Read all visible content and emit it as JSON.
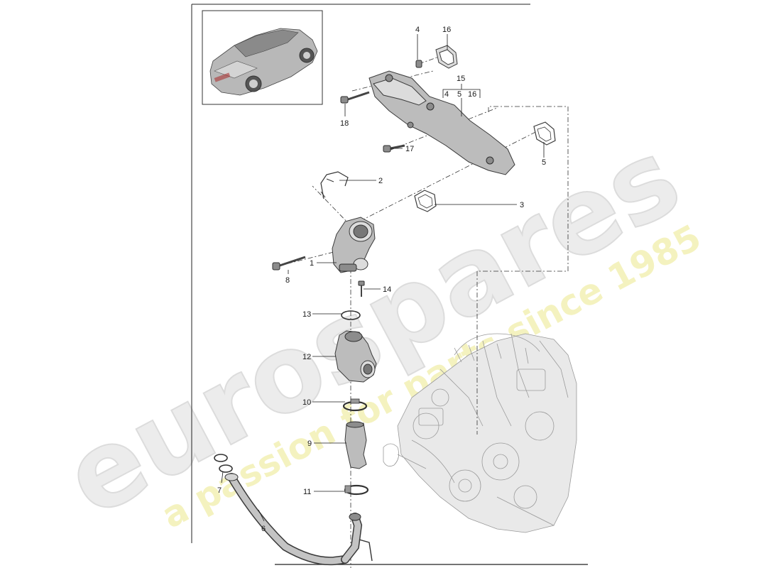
{
  "watermark": {
    "brand": "eurospares",
    "tagline": "a passion for parts since 1985",
    "brand_color": "#e6e6e6",
    "tagline_color": "#f2f0b0"
  },
  "callouts": [
    {
      "id": "1",
      "label": "1"
    },
    {
      "id": "2",
      "label": "2"
    },
    {
      "id": "3",
      "label": "3"
    },
    {
      "id": "4",
      "label": "4"
    },
    {
      "id": "5",
      "label": "5"
    },
    {
      "id": "6",
      "label": "6"
    },
    {
      "id": "7",
      "label": "7"
    },
    {
      "id": "8",
      "label": "8"
    },
    {
      "id": "9",
      "label": "9"
    },
    {
      "id": "10",
      "label": "10"
    },
    {
      "id": "11",
      "label": "11"
    },
    {
      "id": "12",
      "label": "12"
    },
    {
      "id": "13",
      "label": "13"
    },
    {
      "id": "14",
      "label": "14"
    },
    {
      "id": "15",
      "label": "15"
    },
    {
      "id": "16",
      "label": "16"
    },
    {
      "id": "17",
      "label": "17"
    },
    {
      "id": "18",
      "label": "18"
    }
  ],
  "kit_15_contents": [
    "4",
    "5",
    "16"
  ]
}
